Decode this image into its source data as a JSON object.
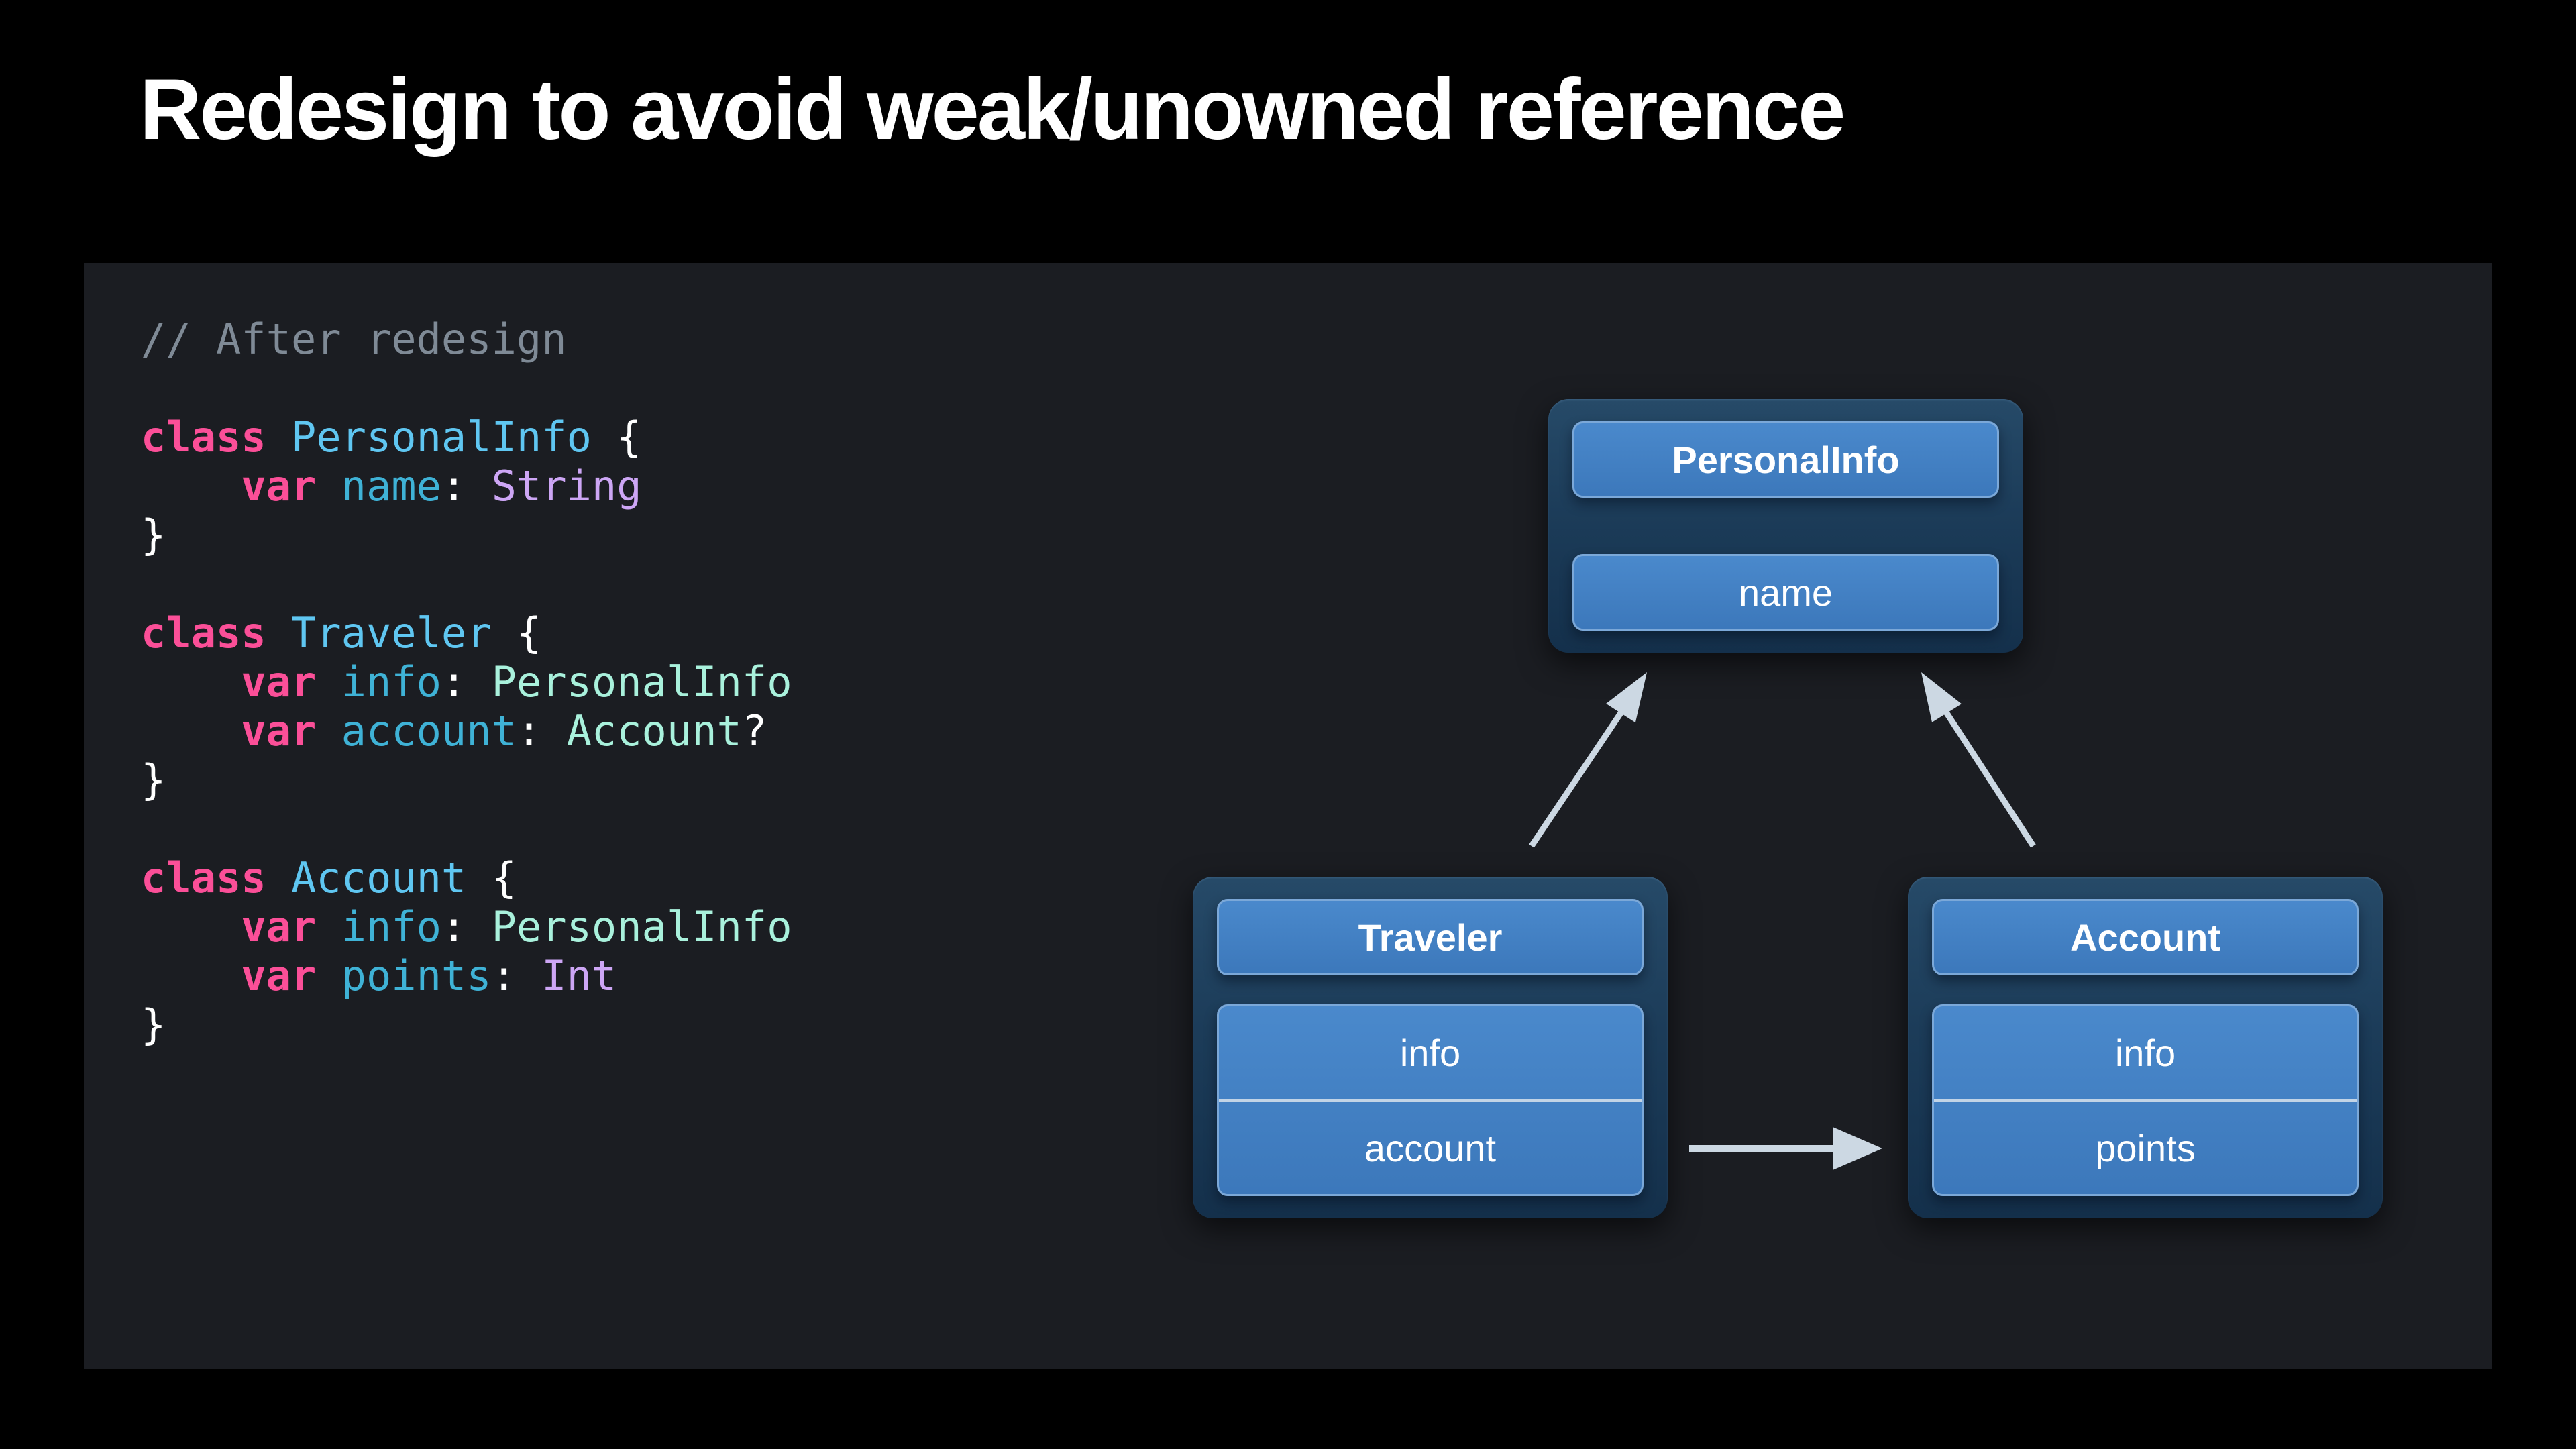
{
  "slide": {
    "title": "Redesign to avoid weak/unowned reference"
  },
  "panel": {
    "background_color": "#1b1d22"
  },
  "code": {
    "token_colors": {
      "comment": "#7f8a96",
      "keyword": "#fb4f98",
      "type_decl": "#5fc6f1",
      "property": "#3fb2d6",
      "type_project": "#a9f1dc",
      "type_framework": "#cda6f5",
      "plain": "#ffffff"
    },
    "lines": [
      [
        {
          "t": "// After redesign",
          "k": "comment"
        }
      ],
      [],
      [
        {
          "t": "class",
          "k": "keyword"
        },
        {
          "t": " ",
          "k": "plain"
        },
        {
          "t": "PersonalInfo",
          "k": "type_decl"
        },
        {
          "t": " {",
          "k": "plain"
        }
      ],
      [
        {
          "t": "    ",
          "k": "plain"
        },
        {
          "t": "var",
          "k": "keyword"
        },
        {
          "t": " ",
          "k": "plain"
        },
        {
          "t": "name",
          "k": "property"
        },
        {
          "t": ": ",
          "k": "plain"
        },
        {
          "t": "String",
          "k": "type_framework"
        }
      ],
      [
        {
          "t": "}",
          "k": "plain"
        }
      ],
      [],
      [
        {
          "t": "class",
          "k": "keyword"
        },
        {
          "t": " ",
          "k": "plain"
        },
        {
          "t": "Traveler",
          "k": "type_decl"
        },
        {
          "t": " {",
          "k": "plain"
        }
      ],
      [
        {
          "t": "    ",
          "k": "plain"
        },
        {
          "t": "var",
          "k": "keyword"
        },
        {
          "t": " ",
          "k": "plain"
        },
        {
          "t": "info",
          "k": "property"
        },
        {
          "t": ": ",
          "k": "plain"
        },
        {
          "t": "PersonalInfo",
          "k": "type_project"
        }
      ],
      [
        {
          "t": "    ",
          "k": "plain"
        },
        {
          "t": "var",
          "k": "keyword"
        },
        {
          "t": " ",
          "k": "plain"
        },
        {
          "t": "account",
          "k": "property"
        },
        {
          "t": ": ",
          "k": "plain"
        },
        {
          "t": "Account",
          "k": "type_project"
        },
        {
          "t": "?",
          "k": "plain"
        }
      ],
      [
        {
          "t": "}",
          "k": "plain"
        }
      ],
      [],
      [
        {
          "t": "class",
          "k": "keyword"
        },
        {
          "t": " ",
          "k": "plain"
        },
        {
          "t": "Account",
          "k": "type_decl"
        },
        {
          "t": " {",
          "k": "plain"
        }
      ],
      [
        {
          "t": "    ",
          "k": "plain"
        },
        {
          "t": "var",
          "k": "keyword"
        },
        {
          "t": " ",
          "k": "plain"
        },
        {
          "t": "info",
          "k": "property"
        },
        {
          "t": ": ",
          "k": "plain"
        },
        {
          "t": "PersonalInfo",
          "k": "type_project"
        }
      ],
      [
        {
          "t": "    ",
          "k": "plain"
        },
        {
          "t": "var",
          "k": "keyword"
        },
        {
          "t": " ",
          "k": "plain"
        },
        {
          "t": "points",
          "k": "property"
        },
        {
          "t": ": ",
          "k": "plain"
        },
        {
          "t": "Int",
          "k": "type_framework"
        }
      ],
      [
        {
          "t": "}",
          "k": "plain"
        }
      ]
    ]
  },
  "diagram": {
    "arrow_color": "#ccd8e3",
    "boxes": [
      {
        "title": "PersonalInfo",
        "fields": [
          "name"
        ]
      },
      {
        "title": "Traveler",
        "fields": [
          "info",
          "account"
        ]
      },
      {
        "title": "Account",
        "fields": [
          "info",
          "points"
        ]
      }
    ],
    "arrows": [
      {
        "name": "traveler-to-personalinfo"
      },
      {
        "name": "account-to-personalinfo"
      },
      {
        "name": "traveler-to-account"
      }
    ]
  }
}
